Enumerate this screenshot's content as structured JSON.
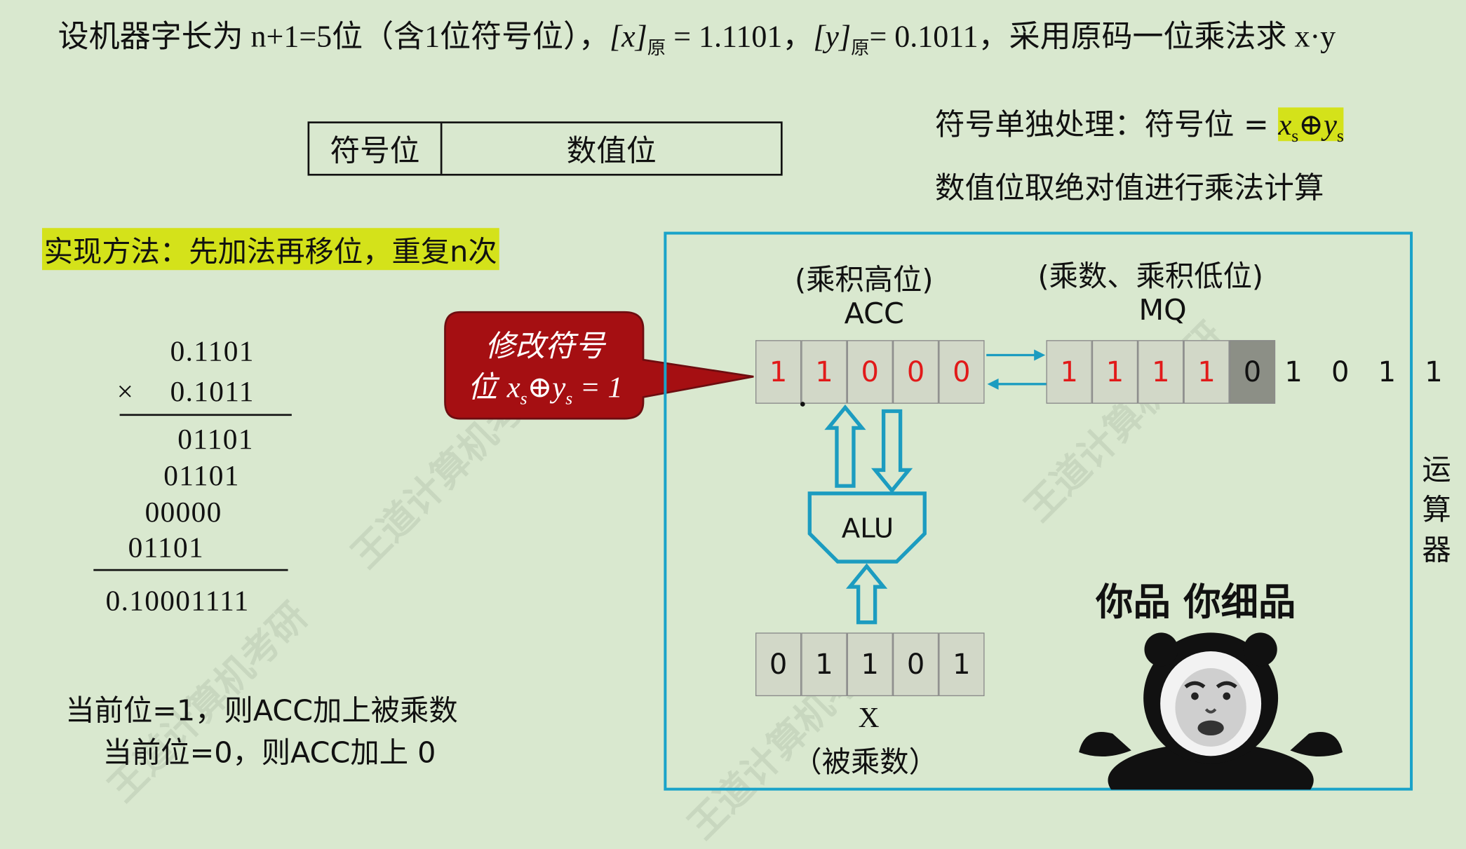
{
  "title": {
    "prefix": "设机器字长为 n+1=5位（含1位符号位），",
    "x_label": "[x]",
    "x_sub": "原",
    "x_value": " = 1.1101，",
    "y_label": "[y]",
    "y_sub": "原",
    "y_value": "= 0.1011，",
    "suffix": "采用原码一位乘法求 x·y"
  },
  "format_box": {
    "sign": "符号位",
    "value": "数值位"
  },
  "notes": {
    "sign_prefix": "符号单独处理：符号位 = ",
    "sign_formula_x": "x",
    "sign_formula_op": "⊕",
    "sign_formula_y": "y",
    "sign_formula_sub": "s",
    "abs_note": "数值位取绝对值进行乘法计算"
  },
  "method": "实现方法：先加法再移位，重复n次",
  "multiplication": {
    "multiplicand": "0.1101",
    "times_sign": "×",
    "multiplier": "0.1011",
    "partials": [
      "01101",
      "01101",
      "00000",
      "01101"
    ],
    "result": "0.10001111"
  },
  "rules": [
    "当前位=1，则ACC加上被乘数",
    "当前位=0，则ACC加上 0"
  ],
  "callout": {
    "line1": "修改符号",
    "line2_prefix": "位 ",
    "x": "x",
    "op": "⊕",
    "y": "y",
    "sub": "s",
    "equals": " = 1"
  },
  "acc": {
    "caption": "(乘积高位)",
    "name": "ACC",
    "bits": [
      "1",
      "1",
      "0",
      "0",
      "0"
    ]
  },
  "mq": {
    "caption": "(乘数、乘积低位)",
    "name": "MQ",
    "bits": [
      "1",
      "1",
      "1",
      "1",
      "0"
    ],
    "overflow_bits": [
      "1",
      "0",
      "1",
      "1"
    ]
  },
  "alu": {
    "label": "ALU"
  },
  "x_register": {
    "name": "X",
    "caption": "（被乘数）",
    "bits": [
      "0",
      "1",
      "1",
      "0",
      "1"
    ]
  },
  "side_label": [
    "运",
    "算",
    "器"
  ],
  "meme": {
    "text": "你品 你细品"
  },
  "watermark": "王道计算机考研",
  "colors": {
    "background": "#d9e8cf",
    "highlight": "#d4e21a",
    "panel_border": "#1aa3c9",
    "callout": "#a50f12",
    "red_bits": "#e11a1a",
    "arrow": "#1c9cc0"
  }
}
